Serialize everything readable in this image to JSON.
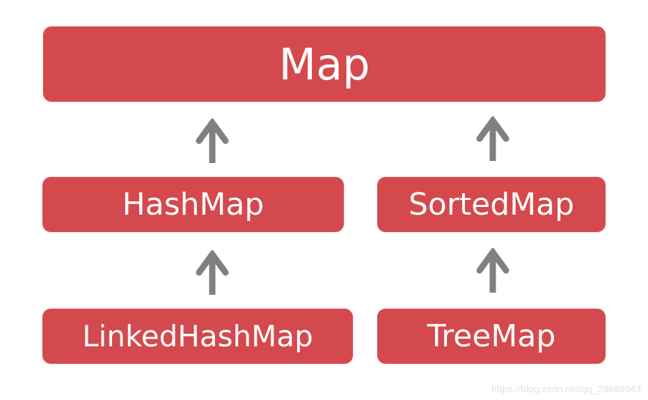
{
  "diagram": {
    "type": "class-hierarchy",
    "nodes": {
      "map": "Map",
      "hashmap": "HashMap",
      "sortedmap": "SortedMap",
      "linkedhashmap": "LinkedHashMap",
      "treemap": "TreeMap"
    },
    "edges": [
      {
        "from": "HashMap",
        "to": "Map"
      },
      {
        "from": "SortedMap",
        "to": "Map"
      },
      {
        "from": "LinkedHashMap",
        "to": "HashMap"
      },
      {
        "from": "TreeMap",
        "to": "SortedMap"
      }
    ],
    "colors": {
      "node_fill": "#d4494d",
      "node_text": "#ffffff",
      "arrow": "#808080",
      "background": "#ffffff"
    }
  },
  "watermark": "https://blog.csdn.net/qq_29689343"
}
